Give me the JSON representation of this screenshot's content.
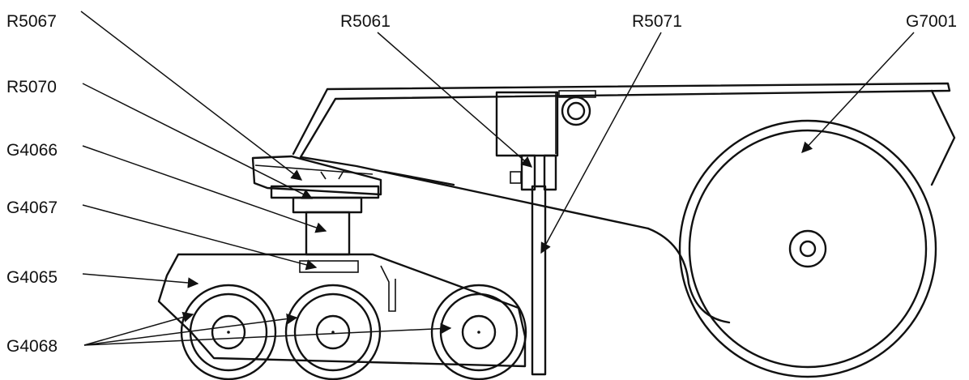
{
  "diagram": {
    "labels": {
      "R5067": "R5067",
      "R5061": "R5061",
      "R5071": "R5071",
      "G7001": "G7001",
      "R5070": "R5070",
      "G4066": "G4066",
      "G4067": "G4067",
      "G4065": "G4065",
      "G4068": "G4068"
    },
    "colors": {
      "ink": "#111111",
      "background": "#ffffff"
    }
  }
}
